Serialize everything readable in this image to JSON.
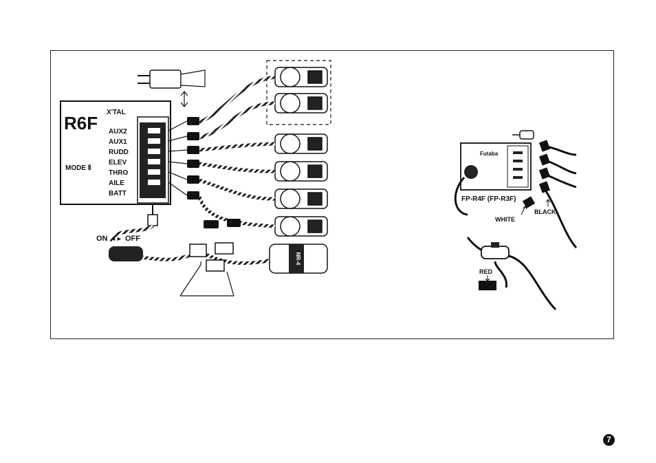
{
  "receiver_left": {
    "model": "R6F",
    "crystal_label": "X'TAL",
    "mode_label": "MODE Ⅱ",
    "channels": [
      "AUX2",
      "AUX1",
      "RUDD",
      "ELEV",
      "THRO",
      "AILE",
      "BATT"
    ]
  },
  "switch": {
    "on_label": "ON",
    "off_label": "OFF",
    "arrow_glyph": "◄►"
  },
  "battery_pack_label": "NR-4",
  "receiver_right": {
    "brand": "Futaba",
    "model_label": "FP-R4F (FP-R3F)",
    "wire_labels": {
      "white": "WHITE",
      "black": "BLACK",
      "red": "RED"
    }
  },
  "page_number": "7",
  "colors": {
    "ink": "#111111",
    "paper": "#ffffff",
    "frame": "#222222"
  }
}
